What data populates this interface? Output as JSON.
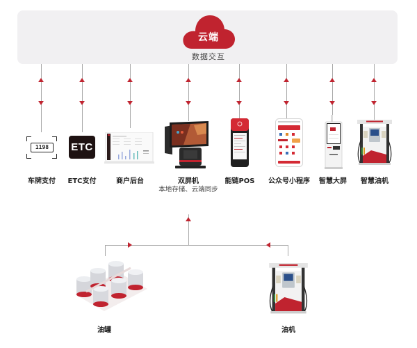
{
  "cloud": {
    "title": "云端",
    "subtitle": "数据交互",
    "color": "#c0232f",
    "panel_color": "#f1f0f2"
  },
  "devices": [
    {
      "id": "plate-payment",
      "label": "车牌支付",
      "icon": "license-plate-icon",
      "plate_number": "1198"
    },
    {
      "id": "etc-payment",
      "label": "ETC支付",
      "icon": "etc-icon",
      "icon_text": "ETC"
    },
    {
      "id": "merchant-backend",
      "label": "商户后台",
      "icon": "dashboard-laptop-icon"
    },
    {
      "id": "dual-screen",
      "label": "双屏机",
      "sublabel": "本地存储、云端同步",
      "icon": "dual-screen-pos-icon"
    },
    {
      "id": "pos",
      "label": "能链POS",
      "icon": "handheld-pos-icon"
    },
    {
      "id": "mini-program",
      "label": "公众号小程序",
      "icon": "smartphone-app-icon"
    },
    {
      "id": "smart-screen",
      "label": "智慧大屏",
      "icon": "kiosk-icon"
    },
    {
      "id": "smart-dispenser",
      "label": "智慧油机",
      "icon": "fuel-dispenser-icon"
    }
  ],
  "lower": {
    "tank": {
      "label": "油罐",
      "icon": "oil-tanks-icon"
    },
    "dispenser": {
      "label": "油机",
      "icon": "fuel-dispenser-icon"
    }
  },
  "colors": {
    "accent": "#c0232f",
    "line": "#a9a9a9"
  }
}
